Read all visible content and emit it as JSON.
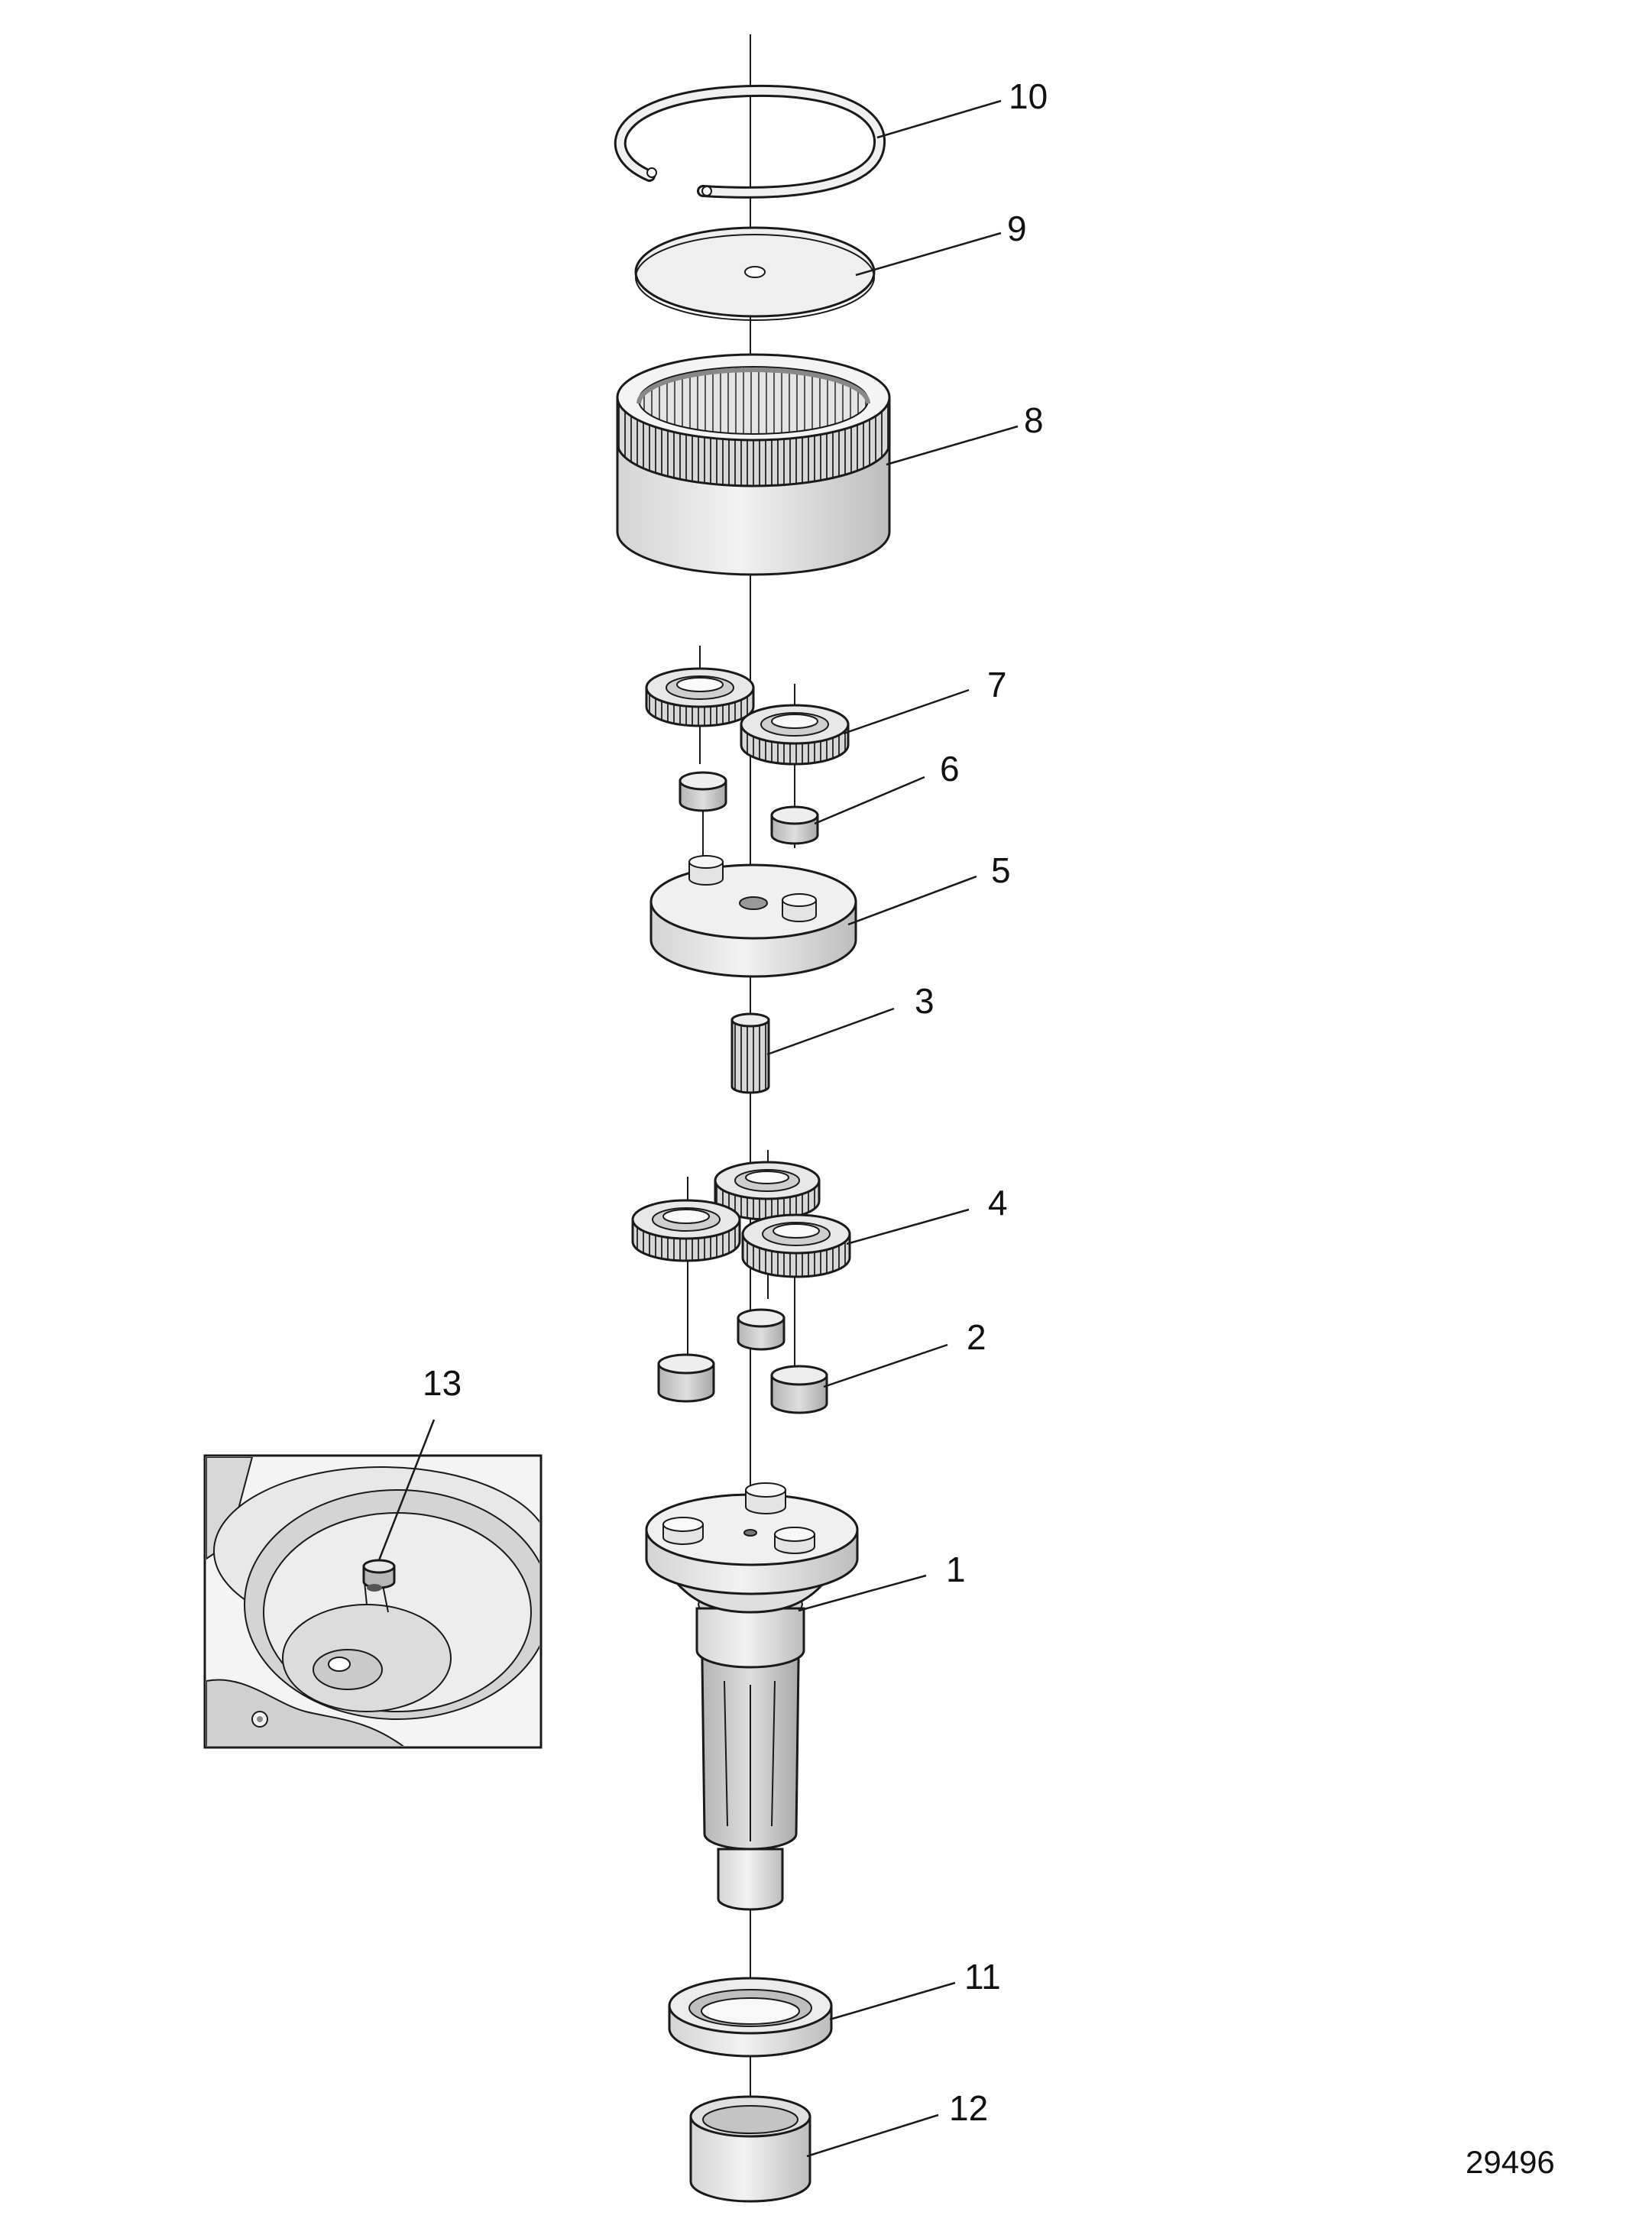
{
  "callouts": {
    "c1": "1",
    "c2": "2",
    "c3": "3",
    "c4": "4",
    "c5": "5",
    "c6": "6",
    "c7": "7",
    "c8": "8",
    "c9": "9",
    "c10": "10",
    "c11": "11",
    "c12": "12",
    "c13": "13"
  },
  "figure_id": "29496",
  "colors": {
    "part_fill": "#e6e6e6",
    "part_shade": "#c8c8c8",
    "part_dark": "#9a9a9a",
    "outline": "#1a1a1a",
    "background": "#ffffff"
  }
}
